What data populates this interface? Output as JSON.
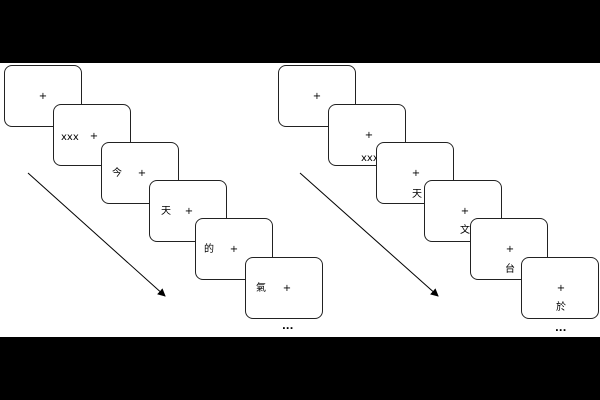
{
  "fixation": "+",
  "ellipsis": "...",
  "left_sequence": {
    "words": [
      "xxx",
      "今",
      "天",
      "的",
      "氣"
    ]
  },
  "right_sequence": {
    "words": [
      "xxx",
      "天",
      "文",
      "台",
      "於"
    ]
  }
}
